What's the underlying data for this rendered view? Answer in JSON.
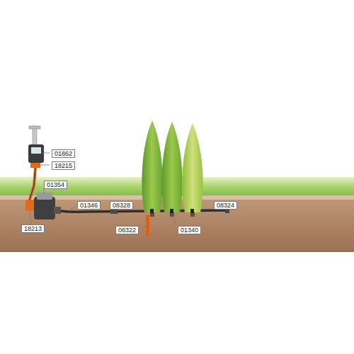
{
  "diagram": {
    "labels": [
      "01862",
      "18215",
      "01354",
      "18213",
      "01346",
      "08328",
      "08322",
      "01340",
      "08324"
    ]
  }
}
